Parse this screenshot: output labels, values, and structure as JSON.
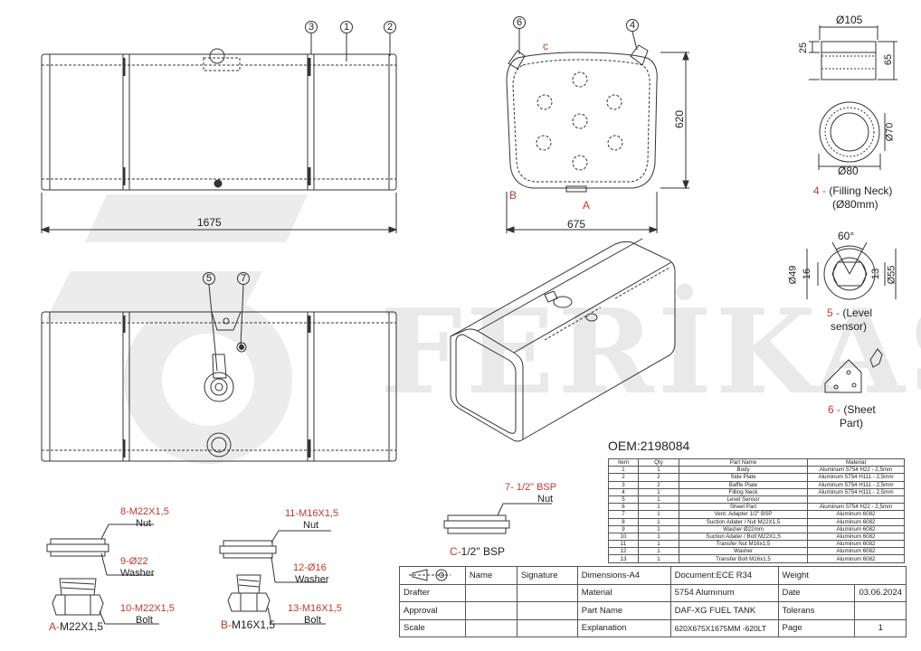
{
  "watermark": "FERİKAS",
  "oem": "OEM:2198084",
  "dims": {
    "top_length": "1675",
    "front_width": "675",
    "front_height": "620",
    "neck_dia_top": "Ø105",
    "neck_h1": "25",
    "neck_h2": "65",
    "neck_dia_70": "Ø70",
    "neck_dia_80": "Ø80",
    "angle": "60°",
    "ls_49": "Ø49",
    "ls_16": "16",
    "ls_13": "13",
    "ls_55": "Ø55"
  },
  "balloons": [
    "1",
    "2",
    "3",
    "4",
    "5",
    "6",
    "7"
  ],
  "points": {
    "a": "A",
    "b": "B",
    "c": "c"
  },
  "captions": {
    "neck_num": "4 -",
    "neck_text1": "(Filling Neck)",
    "neck_text2": "(Ø80mm)",
    "level_num": "5 -",
    "level_text1": "(Level",
    "level_text2": "sensor)",
    "sheet_num": "6 -",
    "sheet_text1": "(Sheet",
    "sheet_text2": "Part)"
  },
  "fittings": {
    "a_nut": "8-M22X1,5",
    "a_nut_t": "Nut",
    "a_washer": "9-Ø22",
    "a_washer_t": "Washer",
    "a_bolt": "10-M22X1,5",
    "a_bolt_t": "Bolt",
    "a_title_letter": "A-",
    "a_title": "M22X1,5",
    "b_nut": "11-M16X1,5",
    "b_nut_t": "Nut",
    "b_washer": "12-Ø16",
    "b_washer_t": "Washer",
    "b_bolt": "13-M16X1,5",
    "b_bolt_t": "Bolt",
    "b_title_letter": "B-",
    "b_title": "M16X1,5",
    "c_nut": "7- 1/2\" BSP",
    "c_nut_t": "Nut",
    "c_title_letter": "C-",
    "c_title": "1/2\" BSP"
  },
  "parts_table": {
    "headers": [
      "Item",
      "Qty",
      "Part Name",
      "Material"
    ],
    "rows": [
      [
        "1",
        "1",
        "Body",
        "Aluminum 5754 H22 - 2,5mm"
      ],
      [
        "2",
        "2",
        "Side Plate",
        "Aluminum 5754 H111 - 2,5mm"
      ],
      [
        "3",
        "2",
        "Baffle Plate",
        "Aluminum 5754 H111 - 2,5mm"
      ],
      [
        "4",
        "1",
        "Filling Neck",
        "Aluminum 5754 H111 - 2,5mm"
      ],
      [
        "5",
        "1",
        "Level Sensor",
        ""
      ],
      [
        "6",
        "1",
        "Sheet Part",
        "Aluminum 5754 H22 - 2,5mm"
      ],
      [
        "7",
        "1",
        "Vent. Adapter 1/2\" BSP",
        "Aluminum 6082"
      ],
      [
        "8",
        "1",
        "Suction Adater / Nut M22X1,5",
        "Aluminum 6082"
      ],
      [
        "9",
        "1",
        "Washer Ø22mm",
        "Aluminum 6082"
      ],
      [
        "10",
        "1",
        "Suction Adater / Bolt M22X1,5",
        "Aluminum 6082"
      ],
      [
        "11",
        "1",
        "Transfer Nut M16x1,5",
        "Aluminum 6082"
      ],
      [
        "12",
        "1",
        "Washer",
        "Aluminum 6082"
      ],
      [
        "13",
        "1",
        "Transfer Bolt M16x1,5",
        "Aluminum 6082"
      ]
    ]
  },
  "title_block": {
    "name": "Name",
    "signature": "Signature",
    "dimensions": "Dimensions-A4",
    "document": "Document:ECE R34",
    "weight": "Weight",
    "drafter": "Drafter",
    "material_l": "Material",
    "material": "5754 Alumınum",
    "date_l": "Date",
    "date": "03.06.2024",
    "approval": "Approval",
    "partname_l": "Part Name",
    "partname": "DAF-XG FUEL TANK",
    "tolerans": "Tolerans",
    "scale": "Scale",
    "explanation_l": "Explanation",
    "explanation": "620X675X1675MM -620LT",
    "page_l": "Page",
    "page": "1"
  }
}
